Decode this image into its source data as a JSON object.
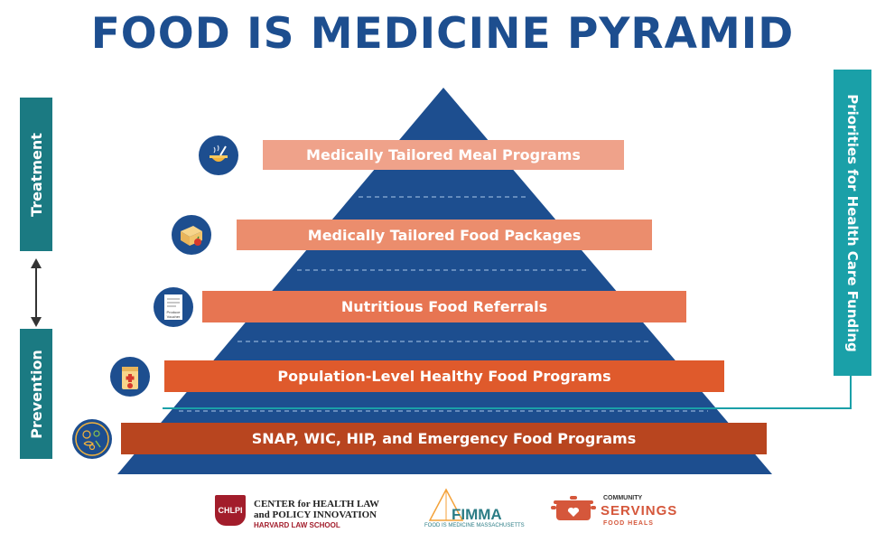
{
  "title": "FOOD IS MEDICINE PYRAMID",
  "colors": {
    "pyramid": "#1d4e8f",
    "side_labels": "#1b7a82",
    "priorities": "#1aa0a8"
  },
  "side_labels": {
    "top": "Treatment",
    "bottom": "Prevention",
    "right": "Priorities for Health Care Funding"
  },
  "levels": [
    {
      "label": "Medically Tailored Meal Programs",
      "color": "#efa28a",
      "icon": "bowl-icon"
    },
    {
      "label": "Medically Tailored Food Packages",
      "color": "#eb8d6d",
      "icon": "food-box-icon"
    },
    {
      "label": "Nutritious Food Referrals",
      "color": "#e77552",
      "icon": "produce-voucher-icon"
    },
    {
      "label": "Population-Level Healthy Food Programs",
      "color": "#df5a2c",
      "icon": "food-bag-icon"
    },
    {
      "label": "SNAP, WIC, HIP, and Emergency Food Programs",
      "color": "#b8451f",
      "icon": "produce-plate-icon"
    }
  ],
  "voucher_text": [
    "Produce",
    "Voucher"
  ],
  "logos": {
    "chlpi": {
      "badge": "CHLPI",
      "line1": "CENTER for HEALTH LAW",
      "line2": "and POLICY INNOVATION",
      "line3": "HARVARD LAW SCHOOL"
    },
    "fimma": {
      "word": "FIMMA",
      "sub": "FOOD IS MEDICINE MASSACHUSETTS"
    },
    "community_servings": {
      "line1": "COMMUNITY",
      "line2": "SERVINGS",
      "line3": "FOOD HEALS"
    }
  }
}
